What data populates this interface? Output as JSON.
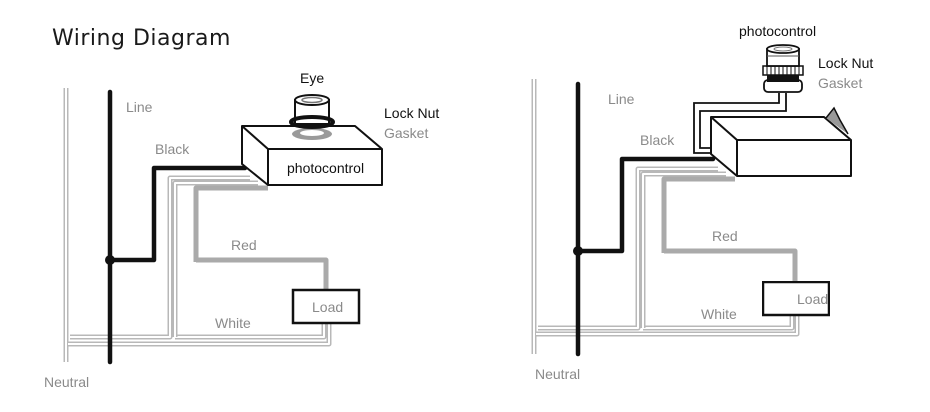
{
  "title": "Wiring Diagram",
  "left_diagram": {
    "eye_label": "Eye",
    "lock_nut_label": "Lock Nut",
    "gasket_label": "Gasket",
    "line_label": "Line",
    "black_label": "Black",
    "box_label": "photocontrol",
    "red_label": "Red",
    "load_label": "Load",
    "white_label": "White",
    "neutral_label": "Neutral"
  },
  "right_diagram": {
    "photocontrol_label": "photocontrol",
    "lock_nut_label": "Lock Nut",
    "gasket_label": "Gasket",
    "line_label": "Line",
    "black_label": "Black",
    "red_label": "Red",
    "load_label": "Load",
    "white_label": "White",
    "neutral_label": "Neutral"
  },
  "colors": {
    "black_wire": "#111111",
    "red_wire": "#aaaaaa",
    "white_wire": "#b8b8b8",
    "label_gray": "#8a8a8a"
  }
}
